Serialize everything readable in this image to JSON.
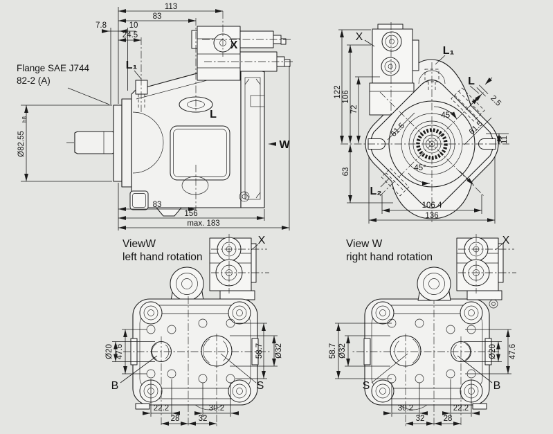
{
  "colors": {
    "background": "#e4e5e2",
    "line": "#1b1b1b",
    "part_fill": "#f2f2f0"
  },
  "side": {
    "dims": {
      "top_113": "113",
      "top_83": "83",
      "top_7_8": "7.8",
      "top_10": "10",
      "top_24_5": "24.5",
      "shaft_dia": "Ø82.55",
      "shaft_fit": "h8",
      "bot_83": "83",
      "bot_156": "156",
      "bot_max": "max. 183"
    },
    "labels": {
      "flange_note_1": "Flange SAE J744",
      "flange_note_2": "82-2 (A)",
      "port_l1": "L₁",
      "port_l": "L",
      "port_x": "X",
      "view_arrow": "W"
    }
  },
  "front": {
    "dims": {
      "h_122": "122",
      "h_106": "106",
      "h_72": "72",
      "h_63": "63",
      "diag_a": "61.5",
      "diag_b": "61.5",
      "ang_a": "45°",
      "ang_b": "45°",
      "off_2_5": "2.5",
      "off_11": "11",
      "w_106_4": "106.4",
      "w_136": "136"
    },
    "labels": {
      "port_x": "X",
      "port_l1": "L₁",
      "port_l": "L",
      "port_l2": "L₂"
    }
  },
  "wleft": {
    "title_1": "ViewW",
    "title_2": "left hand rotation",
    "dims": {
      "dia_20": "Ø20",
      "sp_47_6": "47.6",
      "sp_58_7": "58.7",
      "dia_32": "Ø32",
      "sp_22_2": "22.2",
      "sp_28": "28",
      "sp_32": "32",
      "sp_30_2": "30.2"
    },
    "labels": {
      "port_b": "B",
      "port_s": "S",
      "port_x": "X"
    }
  },
  "wright": {
    "title_1": "View W",
    "title_2": "right hand rotation",
    "dims": {
      "sp_58_7": "58.7",
      "dia_32": "Ø32",
      "dia_20": "Ø20",
      "sp_47_6": "47.6",
      "sp_30_2": "30.2",
      "sp_32": "32",
      "sp_28": "28",
      "sp_22_2": "22.2"
    },
    "labels": {
      "port_s": "S",
      "port_b": "B",
      "port_x": "X"
    }
  }
}
